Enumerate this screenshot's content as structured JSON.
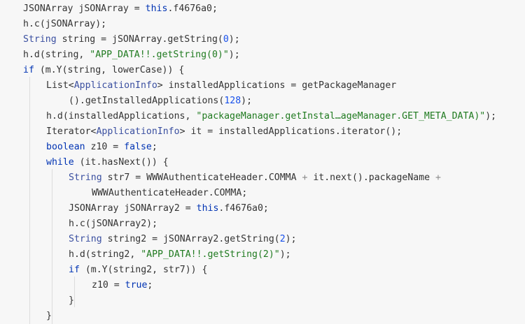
{
  "colors": {
    "background": "#f7f7f7",
    "text": "#333333",
    "keyword": "#0033b3",
    "type": "#3a4fa0",
    "string": "#1f7a1f",
    "number": "#1750eb",
    "operator": "#8a8a8a",
    "indent_guide": "#dcdcdc"
  },
  "lines": [
    [
      {
        "t": "JSONArray jSONArray = "
      },
      {
        "t": "this",
        "k": "kw"
      },
      {
        "t": ".f4676a0;"
      }
    ],
    [
      {
        "t": "h.c(jSONArray);"
      }
    ],
    [
      {
        "t": "String",
        "k": "type"
      },
      {
        "t": " string = jSONArray.getString("
      },
      {
        "t": "0",
        "k": "num"
      },
      {
        "t": ");"
      }
    ],
    [
      {
        "t": "h.d(string, "
      },
      {
        "t": "\"APP_DATA!!.getString(0)\"",
        "k": "str"
      },
      {
        "t": ");"
      }
    ],
    [
      {
        "t": "if",
        "k": "kw"
      },
      {
        "t": " (m.Y(string, lowerCase)) {"
      }
    ],
    [
      {
        "t": "List<"
      },
      {
        "t": "ApplicationInfo",
        "k": "type"
      },
      {
        "t": "> installedApplications = getPackageManager"
      }
    ],
    [
      {
        "t": "().getInstalledApplications("
      },
      {
        "t": "128",
        "k": "num"
      },
      {
        "t": ");"
      }
    ],
    [
      {
        "t": "h.d(installedApplications, "
      },
      {
        "t": "\"packageManager.getInstal…ageManager.GET_META_DATA)\"",
        "k": "str"
      },
      {
        "t": ");"
      }
    ],
    [
      {
        "t": "Iterator<"
      },
      {
        "t": "ApplicationInfo",
        "k": "type"
      },
      {
        "t": "> it = installedApplications.iterator();"
      }
    ],
    [
      {
        "t": "boolean",
        "k": "kw"
      },
      {
        "t": " z10 = "
      },
      {
        "t": "false",
        "k": "kw"
      },
      {
        "t": ";"
      }
    ],
    [
      {
        "t": "while",
        "k": "kw"
      },
      {
        "t": " (it.hasNext()) {"
      }
    ],
    [
      {
        "t": "String",
        "k": "type"
      },
      {
        "t": " str7 = WWWAuthenticateHeader.COMMA "
      },
      {
        "t": "+",
        "k": "op"
      },
      {
        "t": " it.next().packageName "
      },
      {
        "t": "+",
        "k": "op"
      }
    ],
    [
      {
        "t": "WWWAuthenticateHeader.COMMA;"
      }
    ],
    [
      {
        "t": "JSONArray jSONArray2 = "
      },
      {
        "t": "this",
        "k": "kw"
      },
      {
        "t": ".f4676a0;"
      }
    ],
    [
      {
        "t": "h.c(jSONArray2);"
      }
    ],
    [
      {
        "t": "String",
        "k": "type"
      },
      {
        "t": " string2 = jSONArray2.getString("
      },
      {
        "t": "2",
        "k": "num"
      },
      {
        "t": ");"
      }
    ],
    [
      {
        "t": "h.d(string2, "
      },
      {
        "t": "\"APP_DATA!!.getString(2)\"",
        "k": "str"
      },
      {
        "t": ");"
      }
    ],
    [
      {
        "t": "if",
        "k": "kw"
      },
      {
        "t": " (m.Y(string2, str7)) {"
      }
    ],
    [
      {
        "t": "z10 = "
      },
      {
        "t": "true",
        "k": "kw"
      },
      {
        "t": ";"
      }
    ],
    [
      {
        "t": "}"
      }
    ],
    [
      {
        "t": "}"
      }
    ]
  ]
}
